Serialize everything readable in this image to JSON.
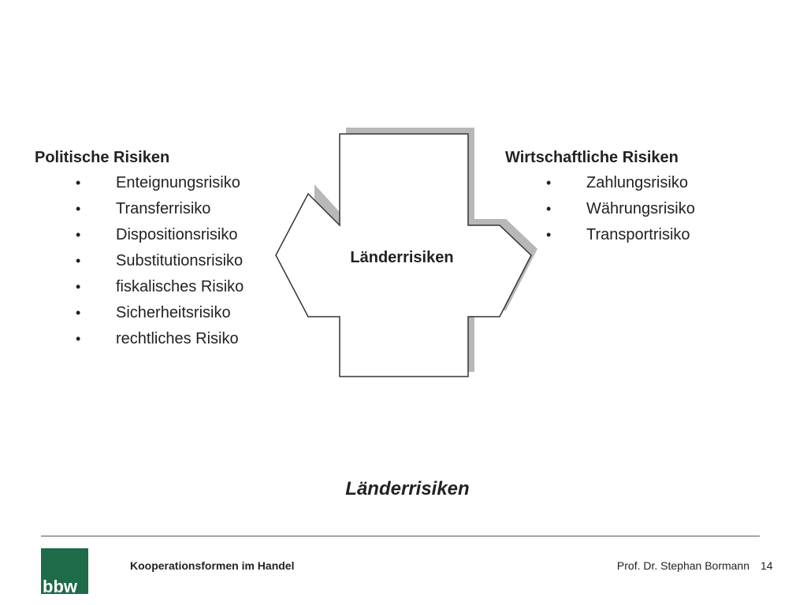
{
  "left_column": {
    "heading": "Politische Risiken",
    "items": [
      "Enteignungsrisiko",
      "Transferrisiko",
      "Dispositionsrisiko",
      "Substitutionsrisiko",
      "fiskalisches Risiko",
      "Sicherheitsrisiko",
      "rechtliches Risiko"
    ]
  },
  "right_column": {
    "heading": "Wirtschaftliche Risiken",
    "items": [
      "Zahlungsrisiko",
      "Währungsrisiko",
      "Transportrisiko"
    ]
  },
  "diagram": {
    "center_label": "Länderrisiken",
    "shape_stroke": "#333333",
    "shadow_color": "#b8b8b8"
  },
  "slide_title": "Länderrisiken",
  "footer": {
    "course": "Kooperationsformen im Handel",
    "author": "Prof. Dr. Stephan Bormann",
    "page": "14",
    "logo_text": "bbw",
    "logo_color": "#1e6b4a"
  },
  "bullet_char": "•"
}
